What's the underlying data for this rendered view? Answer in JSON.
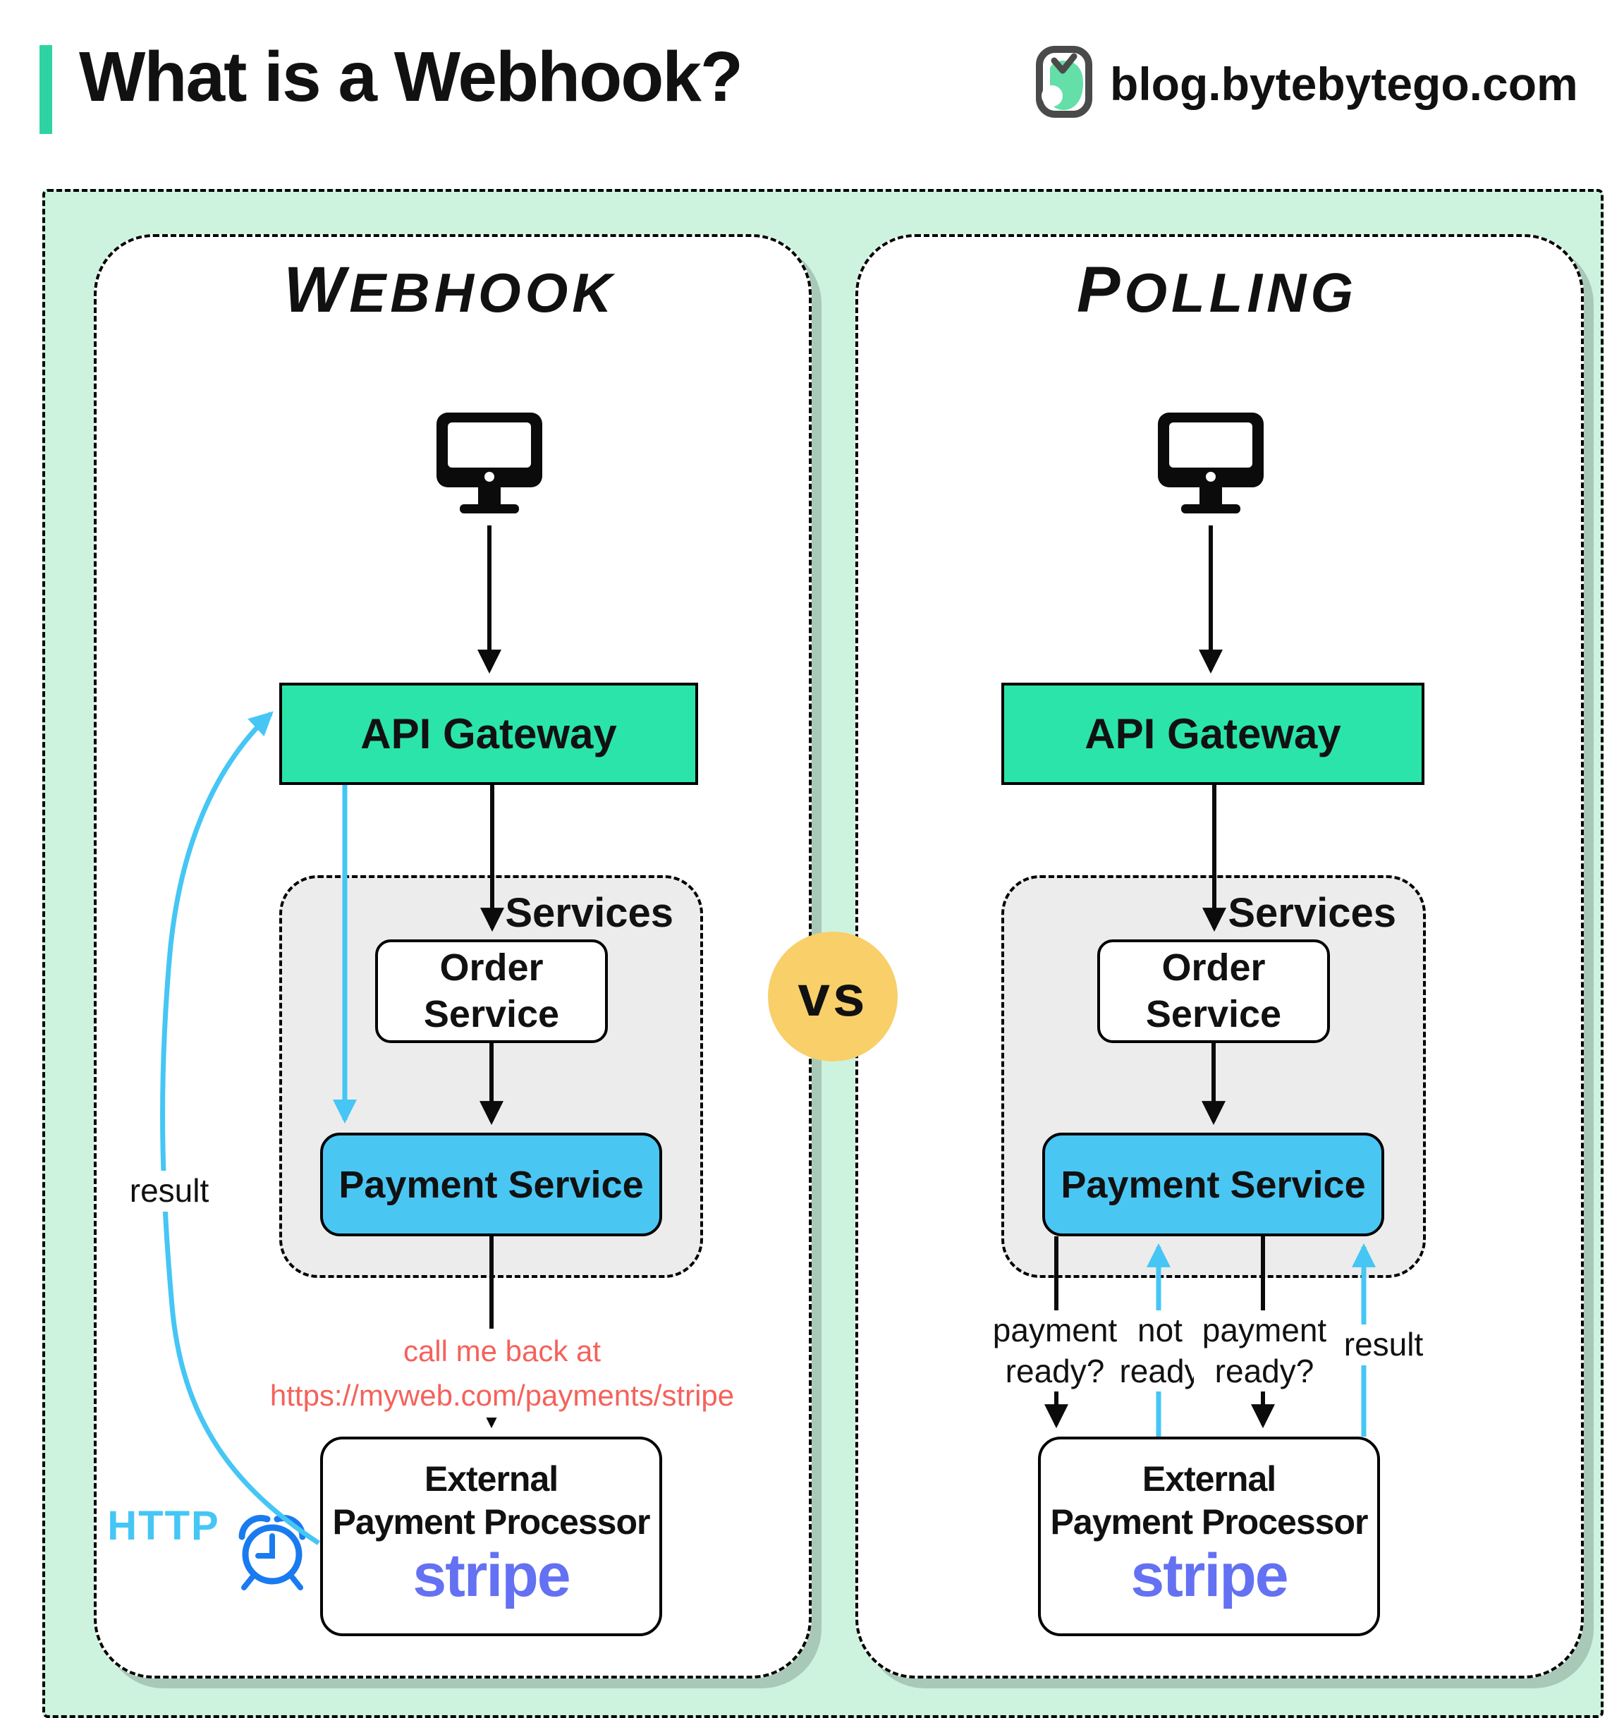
{
  "header": {
    "title": "What is a Webhook?",
    "site": "blog.bytebytego.com"
  },
  "vs_label": "vs",
  "webhook": {
    "title": "Webhook",
    "api_gateway": "API Gateway",
    "services": "Services",
    "order_line1": "Order",
    "order_line2": "Service",
    "payment": "Payment Service",
    "callback_line1": "call me back at",
    "callback_line2": "https://myweb.com/payments/stripe",
    "external_line1": "External",
    "external_line2": "Payment Processor",
    "stripe": "stripe",
    "result_label": "result",
    "http_label": "HTTP"
  },
  "polling": {
    "title": "Polling",
    "api_gateway": "API Gateway",
    "services": "Services",
    "order_line1": "Order",
    "order_line2": "Service",
    "payment": "Payment Service",
    "external_line1": "External",
    "external_line2": "Payment Processor",
    "stripe": "stripe",
    "labels": {
      "a1_line1": "payment",
      "a1_line2": "ready?",
      "a2_line1": "not",
      "a2_line2": "ready",
      "a3_line1": "payment",
      "a3_line2": "ready?",
      "a4": "result"
    }
  },
  "colors": {
    "accent_teal": "#2ED3A4",
    "api_teal": "#2BE4A9",
    "mint_bg": "#CDF3DE",
    "services_gray": "#ECECEC",
    "payment_blue": "#4AC6F3",
    "arrow_blue": "#45C6F5",
    "alarm_blue": "#1A7BF0",
    "vs_yellow": "#F8CF68",
    "callback_red": "#F4625B",
    "stripe_purple": "#6471F2"
  }
}
